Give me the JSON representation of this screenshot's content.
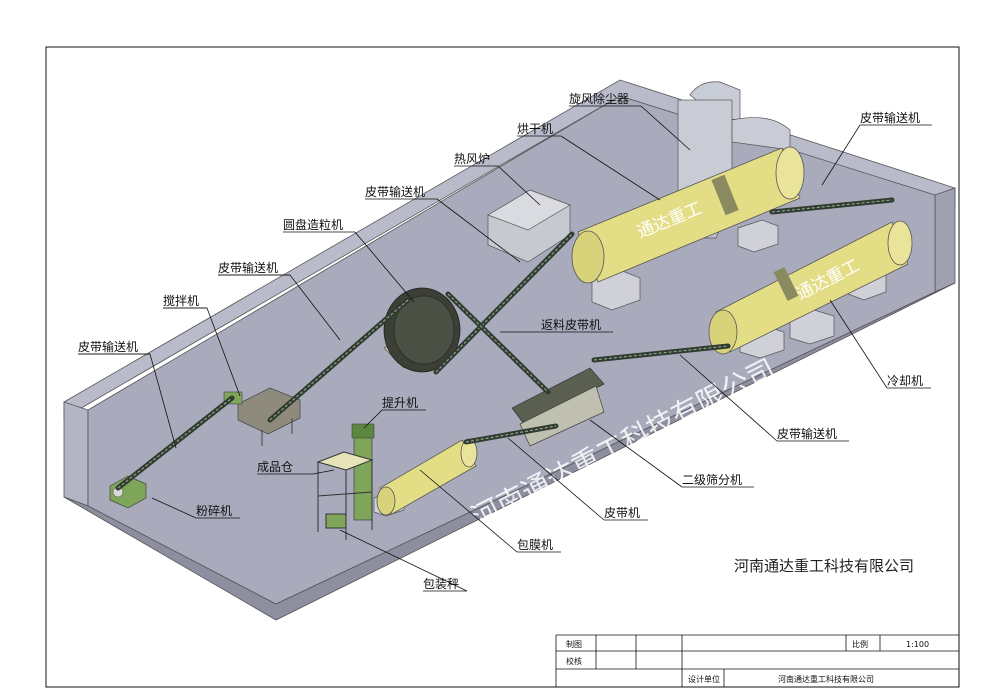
{
  "labels": {
    "cyclone": "旋风除尘器",
    "dryer": "烘干机",
    "hot_air_furnace": "热风炉",
    "conveyor_top_center": "皮带输送机",
    "disc_granulator": "圆盘造粒机",
    "conveyor_mid_left": "皮带输送机",
    "mixer": "搅拌机",
    "conveyor_left": "皮带输送机",
    "return_conveyor": "返料皮带机",
    "elevator": "提升机",
    "finished_bin": "成品仓",
    "crusher": "粉碎机",
    "conveyor_top_right": "皮带输送机",
    "cooler": "冷却机",
    "conveyor_mid_right": "皮带输送机",
    "screener": "二级筛分机",
    "belt_conveyor": "皮带机",
    "coating_machine": "包膜机",
    "packing_scale": "包装秤"
  },
  "drum_brand": "通达重工",
  "watermark": "河南通达重工科技有限公司",
  "company_name": "河南通达重工科技有限公司",
  "title_block": {
    "drawn_by_label": "制图",
    "checked_by_label": "校核",
    "scale_label": "比例",
    "scale_value": "1:100",
    "design_unit_label": "设计单位",
    "design_unit_value": "河南通达重工科技有限公司"
  },
  "colors": {
    "floor": "#a9abbc",
    "wall": "#b7b9c8",
    "drum": "#e5e08a",
    "conveyor": "#2f3b2f",
    "machine_green": "#7fa55a"
  }
}
